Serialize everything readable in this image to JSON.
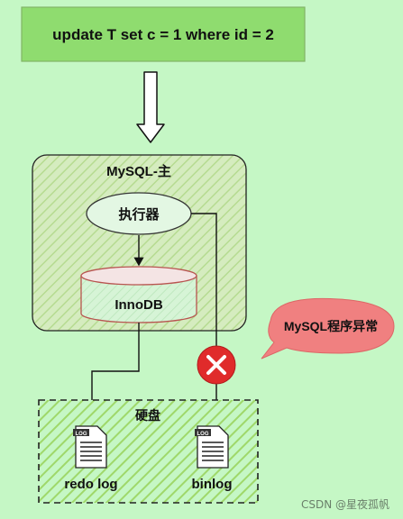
{
  "sql_statement": "update T set c = 1 where id = 2",
  "master": {
    "title": "MySQL-主",
    "executor": "执行器",
    "engine": "InnoDB"
  },
  "disk": {
    "label": "硬盘",
    "files": [
      {
        "name": "redo log",
        "icon": "log-file-icon"
      },
      {
        "name": "binlog",
        "icon": "log-file-icon"
      }
    ]
  },
  "error_callout": "MySQL程序异常",
  "error_icon": "error-x-icon",
  "watermark": "CSDN @星夜孤帆",
  "colors": {
    "background": "#c5f7c5",
    "sql_box": "#8fdc6f",
    "executor_fill": "#e3f7e3",
    "innodb_stroke": "#b85450",
    "callout_fill": "#f08080",
    "error_red": "#e02b2b"
  }
}
